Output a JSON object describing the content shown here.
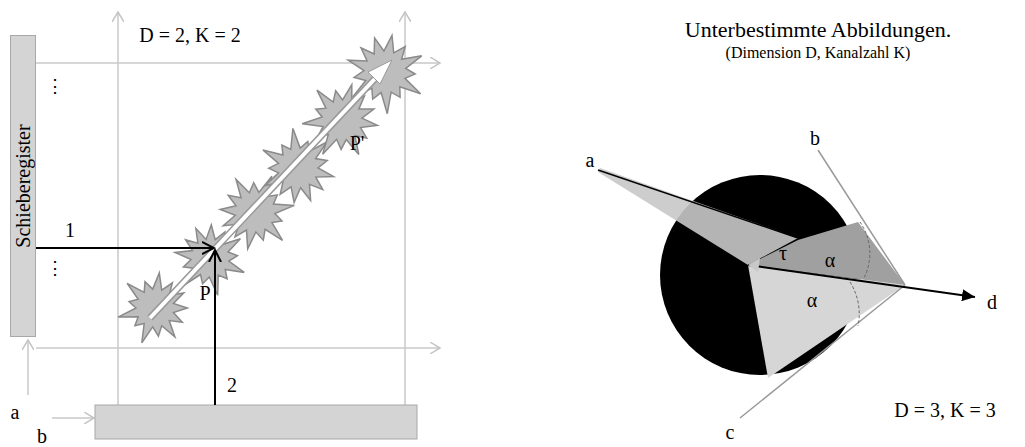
{
  "diagram": {
    "title": "Unterbestimmte Abbildungen.",
    "nodes": [
      {
        "text": [
          "Schieberegister"
        ]
      }
    ],
    "labels": [
      "(Dimension D, Kanalzahl K)",
      "D = 2, K = 2",
      "⋮",
      "⋮",
      "1",
      "2",
      "P",
      "P'",
      "a",
      "b",
      "a",
      "b",
      "c",
      "d",
      "τ",
      "α",
      "α",
      "D = 3, K = 3"
    ]
  }
}
